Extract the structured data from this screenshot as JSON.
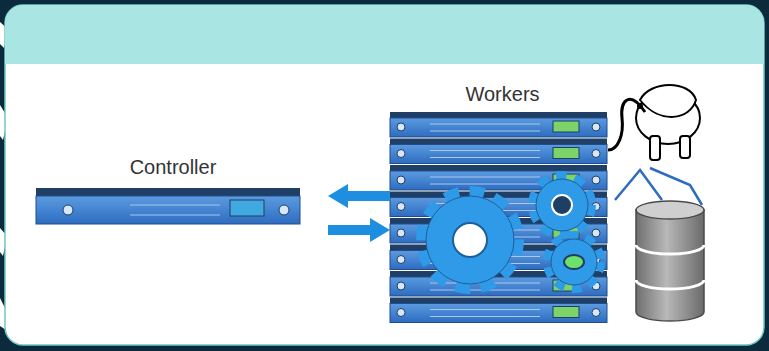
{
  "diagram": {
    "nodes": [
      {
        "text": [
          "Controller"
        ]
      },
      {
        "text": [
          "Workers"
        ]
      }
    ],
    "edges": [
      {
        "from": 1,
        "to": 0,
        "arrow": "to"
      },
      {
        "from": 0,
        "to": 1,
        "arrow": "to"
      }
    ]
  }
}
